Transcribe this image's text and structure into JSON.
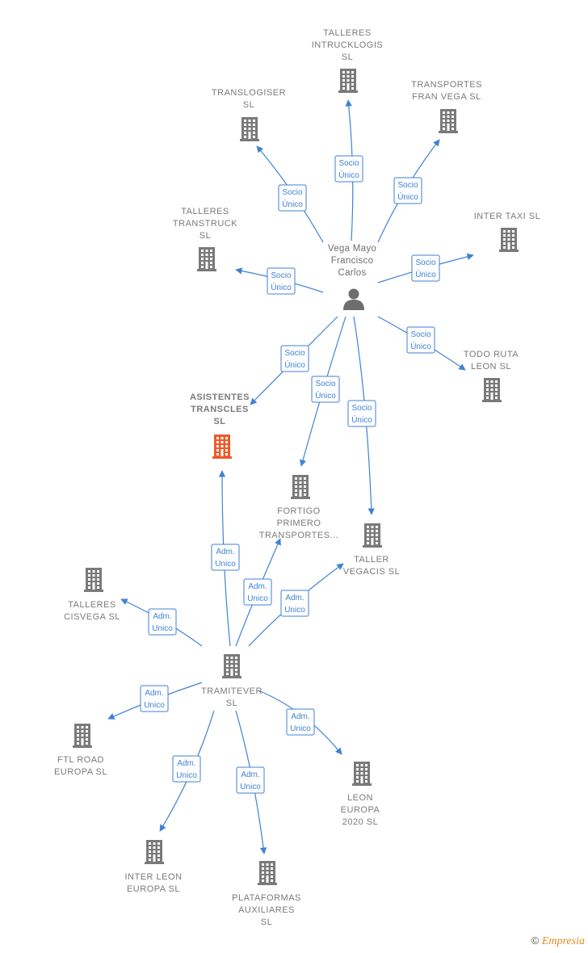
{
  "colors": {
    "edge": "#3f82d4",
    "building": "#7a7a7a",
    "highlight": "#f0592a",
    "person": "#6e6e6e"
  },
  "person": {
    "id": "vega",
    "label_lines": [
      "Vega Mayo",
      "Francisco",
      "Carlos"
    ]
  },
  "hub": {
    "id": "tramitever",
    "label_lines": [
      "TRAMITEVER",
      "SL"
    ]
  },
  "companies": [
    {
      "id": "talleres_intrucklogis",
      "label_lines": [
        "TALLERES",
        "INTRUCKLOGIS",
        "SL"
      ],
      "highlight": false
    },
    {
      "id": "translogiser",
      "label_lines": [
        "TRANSLOGISER",
        "SL"
      ],
      "highlight": false
    },
    {
      "id": "transportes_fran_vega",
      "label_lines": [
        "TRANSPORTES",
        "FRAN VEGA SL"
      ],
      "highlight": false
    },
    {
      "id": "talleres_transtruck",
      "label_lines": [
        "TALLERES",
        "TRANSTRUCK",
        "SL"
      ],
      "highlight": false
    },
    {
      "id": "inter_taxi",
      "label_lines": [
        "INTER TAXI  SL"
      ],
      "highlight": false
    },
    {
      "id": "todo_ruta_leon",
      "label_lines": [
        "TODO RUTA",
        "LEON  SL"
      ],
      "highlight": false
    },
    {
      "id": "asistentes_transcles",
      "label_lines": [
        "ASISTENTES",
        "TRANSCLES",
        "SL"
      ],
      "highlight": true
    },
    {
      "id": "fortigo",
      "label_lines": [
        "FORTIGO",
        "PRIMERO",
        "TRANSPORTES..."
      ],
      "highlight": false
    },
    {
      "id": "taller_vegacis",
      "label_lines": [
        "TALLER",
        "VEGACIS  SL"
      ],
      "highlight": false
    },
    {
      "id": "talleres_cisvega",
      "label_lines": [
        "TALLERES",
        "CISVEGA  SL"
      ],
      "highlight": false
    },
    {
      "id": "ftl_road",
      "label_lines": [
        "FTL ROAD",
        "EUROPA  SL"
      ],
      "highlight": false
    },
    {
      "id": "leon_europa_2020",
      "label_lines": [
        "LEON",
        "EUROPA",
        "2020  SL"
      ],
      "highlight": false
    },
    {
      "id": "inter_leon_europa",
      "label_lines": [
        "INTER LEON",
        "EUROPA  SL"
      ],
      "highlight": false
    },
    {
      "id": "plataformas_auxiliares",
      "label_lines": [
        "PLATAFORMAS",
        "AUXILIARES",
        "SL"
      ],
      "highlight": false
    }
  ],
  "edges": [
    {
      "from": "vega",
      "to": "talleres_intrucklogis",
      "label_lines": [
        "Socio",
        "Único"
      ]
    },
    {
      "from": "vega",
      "to": "translogiser",
      "label_lines": [
        "Socio",
        "Único"
      ]
    },
    {
      "from": "vega",
      "to": "transportes_fran_vega",
      "label_lines": [
        "Socio",
        "Único"
      ]
    },
    {
      "from": "vega",
      "to": "talleres_transtruck",
      "label_lines": [
        "Socio",
        "Único"
      ]
    },
    {
      "from": "vega",
      "to": "inter_taxi",
      "label_lines": [
        "Socio",
        "Único"
      ]
    },
    {
      "from": "vega",
      "to": "todo_ruta_leon",
      "label_lines": [
        "Socio",
        "Único"
      ]
    },
    {
      "from": "vega",
      "to": "asistentes_transcles",
      "label_lines": [
        "Socio",
        "Único"
      ]
    },
    {
      "from": "vega",
      "to": "fortigo",
      "label_lines": [
        "Socio",
        "Único"
      ]
    },
    {
      "from": "vega",
      "to": "taller_vegacis",
      "label_lines": [
        "Socio",
        "Único"
      ]
    },
    {
      "from": "tramitever",
      "to": "asistentes_transcles",
      "label_lines": [
        "Adm.",
        "Unico"
      ]
    },
    {
      "from": "tramitever",
      "to": "fortigo",
      "label_lines": [
        "Adm.",
        "Unico"
      ]
    },
    {
      "from": "tramitever",
      "to": "taller_vegacis",
      "label_lines": [
        "Adm.",
        "Unico"
      ]
    },
    {
      "from": "tramitever",
      "to": "talleres_cisvega",
      "label_lines": [
        "Adm.",
        "Unico"
      ]
    },
    {
      "from": "tramitever",
      "to": "ftl_road",
      "label_lines": [
        "Adm.",
        "Unico"
      ]
    },
    {
      "from": "tramitever",
      "to": "leon_europa_2020",
      "label_lines": [
        "Adm.",
        "Unico"
      ]
    },
    {
      "from": "tramitever",
      "to": "inter_leon_europa",
      "label_lines": [
        "Adm.",
        "Unico"
      ]
    },
    {
      "from": "tramitever",
      "to": "plataformas_auxiliares",
      "label_lines": [
        "Adm.",
        "Unico"
      ]
    }
  ],
  "footer": {
    "copyright": "©",
    "brand": "Empresia"
  }
}
